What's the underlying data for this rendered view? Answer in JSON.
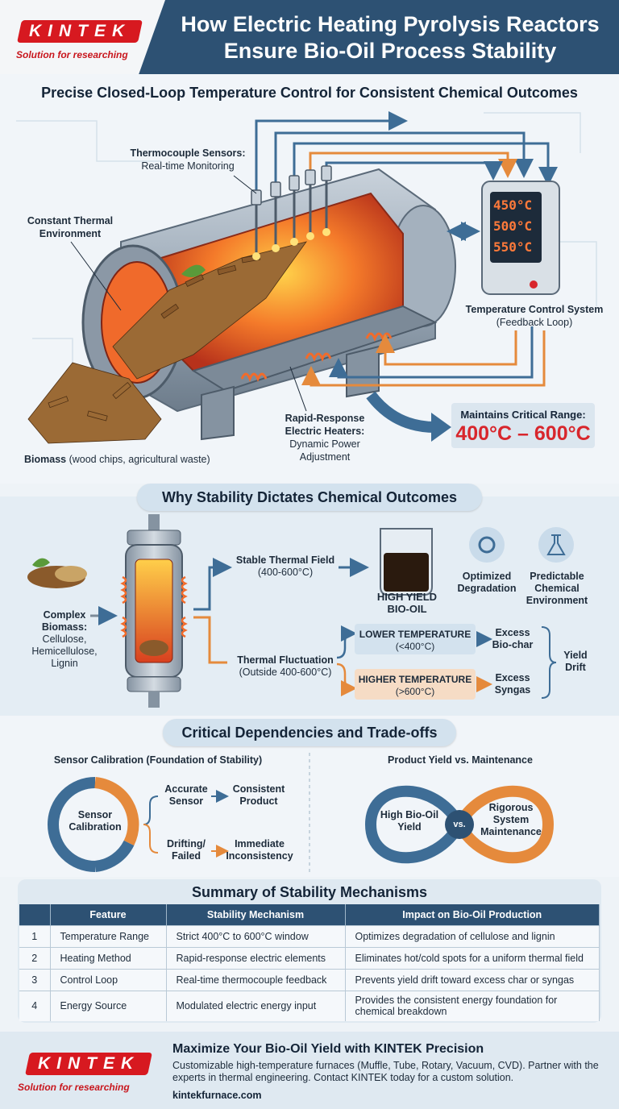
{
  "header": {
    "logo_text": "KINTEK",
    "logo_tagline": "Solution for researching",
    "title": "How Electric Heating Pyrolysis Reactors Ensure Bio-Oil Process Stability"
  },
  "section1": {
    "title": "Precise Closed-Loop Temperature Control for Consistent Chemical Outcomes",
    "sensors_title": "Thermocouple Sensors:",
    "sensors_sub": "Real-time Monitoring",
    "environment_label": "Constant Thermal Environment",
    "controller_readouts": [
      "450°C",
      "500°C",
      "550°C"
    ],
    "control_title": "Temperature Control System",
    "control_sub": "(Feedback Loop)",
    "heaters_title": "Rapid-Response Electric Heaters:",
    "heaters_sub": "Dynamic Power Adjustment",
    "biomass_title": "Biomass",
    "biomass_sub": "(wood chips, agricultural waste)",
    "range_label": "Maintains Critical Range:",
    "range_value": "400°C – 600°C"
  },
  "section2": {
    "title": "Why Stability Dictates Chemical Outcomes",
    "biomass_title": "Complex Biomass:",
    "biomass_list": "Cellulose, Hemicellulose, Lignin",
    "stable_title": "Stable Thermal Field",
    "stable_range": "(400-600°C)",
    "yield_line1": "HIGH YIELD",
    "yield_line2": "BIO-OIL",
    "optimized_label": "Optimized Degradation",
    "predictable_label": "Predictable Chemical Environment",
    "fluct_title": "Thermal Fluctuation",
    "fluct_range": "(Outside 400-600°C)",
    "lower_title": "LOWER TEMPERATURE",
    "lower_range": "(<400°C)",
    "lower_result": "Excess Bio-char",
    "higher_title": "HIGHER TEMPERATURE",
    "higher_range": "(>600°C)",
    "higher_result": "Excess Syngas",
    "drift_label": "Yield Drift"
  },
  "section3": {
    "title": "Critical Dependencies and Trade-offs",
    "left_title": "Sensor Calibration (Foundation of Stability)",
    "ring_label": "Sensor Calibration",
    "accurate": "Accurate Sensor",
    "consistent": "Consistent Product",
    "drifting": "Drifting/ Failed",
    "inconsistency": "Immediate Inconsistency",
    "right_title": "Product Yield vs. Maintenance",
    "yield_label": "High Bio-Oil Yield",
    "vs_label": "vs.",
    "maint_label": "Rigorous System Maintenance"
  },
  "summary": {
    "title": "Summary of Stability Mechanisms",
    "columns": [
      "",
      "Feature",
      "Stability Mechanism",
      "Impact on Bio-Oil Production"
    ],
    "rows": [
      {
        "num": "1",
        "feature": "Temperature Range",
        "mechanism": "Strict 400°C to 600°C window",
        "impact": "Optimizes degradation of cellulose and lignin"
      },
      {
        "num": "2",
        "feature": "Heating Method",
        "mechanism": "Rapid-response electric elements",
        "impact": "Eliminates hot/cold spots for a uniform thermal field"
      },
      {
        "num": "3",
        "feature": "Control Loop",
        "mechanism": "Real-time thermocouple feedback",
        "impact": "Prevents yield drift toward excess char or syngas"
      },
      {
        "num": "4",
        "feature": "Energy Source",
        "mechanism": "Modulated electric energy input",
        "impact": "Provides the consistent energy foundation for chemical breakdown"
      }
    ]
  },
  "footer": {
    "logo_text": "KINTEK",
    "logo_tagline": "Solution for researching",
    "title": "Maximize Your Bio-Oil Yield with KINTEK Precision",
    "body": "Customizable high-temperature furnaces (Muffle, Tube, Rotary, Vacuum, CVD). Partner with the experts in thermal engineering. Contact KINTEK today for a custom solution.",
    "url": "kintekfurnace.com"
  },
  "colors": {
    "navy": "#2d5173",
    "accent_red": "#d8262c",
    "flow_blue": "#3e6d96",
    "flow_orange": "#e58a3c"
  }
}
